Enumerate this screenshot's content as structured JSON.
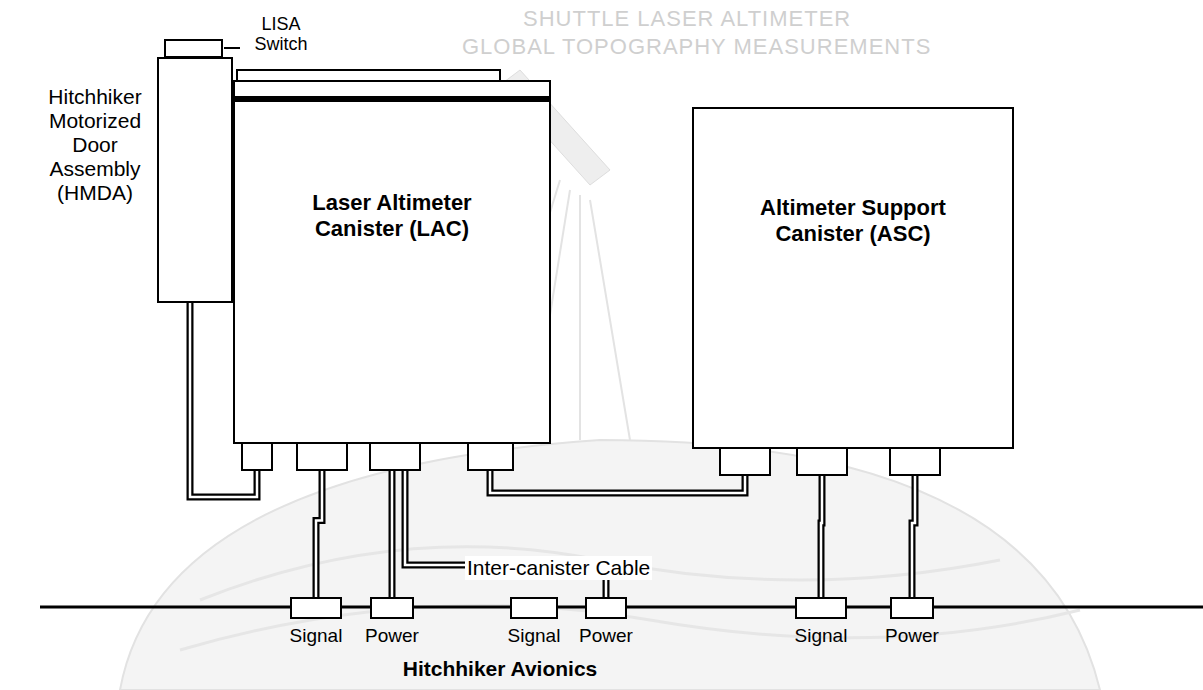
{
  "diagram": {
    "nodes": [
      {
        "text": [
          "Hitchhiker Motorized Door Assembly (HMDA)"
        ]
      },
      {
        "text": [
          "Laser Altimeter Canister (LAC)"
        ]
      },
      {
        "text": [
          "Altimeter Support Canister (ASC)"
        ]
      },
      {
        "text": [
          "Signal"
        ]
      },
      {
        "text": [
          "Power"
        ]
      },
      {
        "text": [
          "Signal"
        ]
      },
      {
        "text": [
          "Power"
        ]
      },
      {
        "text": [
          "Signal"
        ]
      },
      {
        "text": [
          "Power"
        ]
      }
    ],
    "edges": [
      {
        "from": 0,
        "to": 1,
        "arrow": "none"
      },
      {
        "from": 1,
        "to": 3,
        "arrow": "none"
      },
      {
        "from": 1,
        "to": 4,
        "arrow": "none"
      },
      {
        "from": 1,
        "to": 2,
        "label": "Inter-canister Cable",
        "arrow": "none"
      },
      {
        "from": 1,
        "to": 6,
        "arrow": "none"
      },
      {
        "from": 2,
        "to": 7,
        "arrow": "none"
      },
      {
        "from": 2,
        "to": 8,
        "arrow": "none"
      }
    ],
    "labels": [
      "SHUTTLE LASER ALTIMETER",
      "GLOBAL TOPOGRAPHY MEASUREMENTS",
      "LISA Switch",
      "Hitchhiker Avionics"
    ]
  }
}
